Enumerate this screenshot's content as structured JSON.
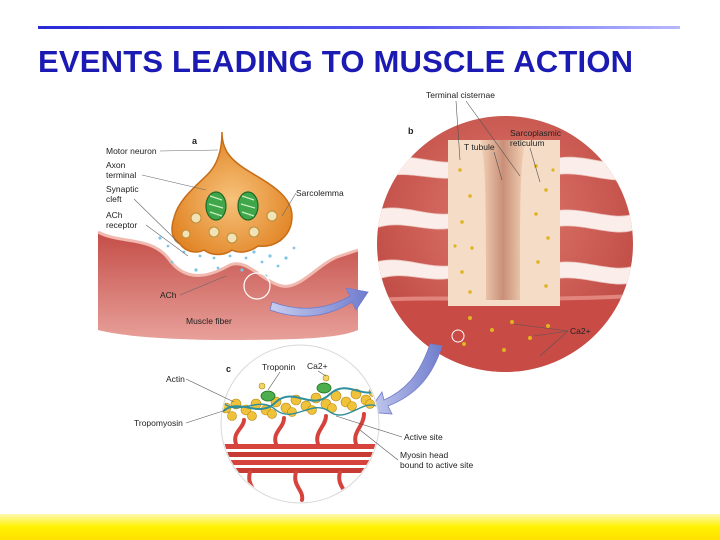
{
  "slide": {
    "title": "EVENTS LEADING TO MUSCLE ACTION"
  },
  "panel_a": {
    "letter": "a",
    "labels": {
      "motor_neuron": "Motor neuron",
      "axon_terminal_1": "Axon",
      "axon_terminal_2": "terminal",
      "synaptic_cleft_1": "Synaptic",
      "synaptic_cleft_2": "cleft",
      "ach_receptor_1": "ACh",
      "ach_receptor_2": "receptor",
      "sarcolemma": "Sarcolemma",
      "ach": "ACh",
      "muscle_fiber": "Muscle fiber"
    }
  },
  "panel_b": {
    "letter": "b",
    "labels": {
      "terminal_cisternae": "Terminal cisternae",
      "t_tubule": "T tubule",
      "sarcoplasmic_1": "Sarcoplasmic",
      "sarcoplasmic_2": "reticulum",
      "ca_ion": "Ca2+"
    }
  },
  "panel_c": {
    "letter": "c",
    "labels": {
      "troponin": "Troponin",
      "ca": "Ca2+",
      "actin": "Actin",
      "tropomyosin": "Tropomyosin",
      "active_site": "Active site",
      "myosin_head_1": "Myosin head",
      "myosin_head_2": "bound to active site"
    }
  },
  "colors": {
    "title": "#1b1bb4",
    "muscle": "#c9524c",
    "neuron": "#e79a2e",
    "mitochondria": "#3fa64a",
    "calcium": "#e0b41e",
    "arrow": "#8a96d8",
    "footer": "#fff200"
  }
}
